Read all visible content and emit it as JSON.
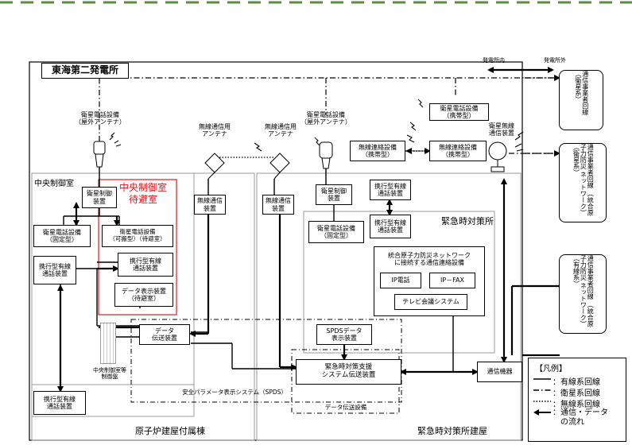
{
  "title": "東海第二発電所",
  "boundary": {
    "inside": "発電所内",
    "outside": "発電所外"
  },
  "areas": {
    "central": "中央制御室",
    "central_evac": "中央制御室\n待避室",
    "reactor_annex": "原子炉建屋付属棟",
    "emergency_room": "緊急時対策所",
    "emergency_bldg": "緊急時対策所建屋",
    "spds": "安全パラメータ表示システム（SPDS）",
    "data_transmission": "データ伝送設備"
  },
  "nodes": {
    "sat_ant_left": "衛星電話設備\n（屋外アンテナ）",
    "radio_ant_1": "無線通信用\nアンテナ",
    "radio_ant_2": "無線通信用\nアンテナ",
    "sat_ant_right": "衛星電話設備\n（屋外アンテナ）",
    "sat_portable": "衛星電話設備\n（携帯型）",
    "sat_radio_dev": "衛星無線\n通信装置",
    "radio_portable_1": "無線連絡設備\n（携帯型）",
    "radio_portable_2": "無線連絡設備\n（携帯型）",
    "sat_ctrl_left": "衛星制御\n装置",
    "sat_fixed_left": "衛星電話設備\n（固定型）",
    "sat_evac": "衛星電話設備\n（可搬型）（待避室）",
    "wired_central": "携行型有線\n通話装置",
    "wired_evac": "携行型有線\n通話装置",
    "data_display": "データ表示装置\n（待避室）",
    "radio_dev_1": "無線通信\n装置",
    "radio_dev_2": "無線通信\n装置",
    "sat_ctrl_right": "衛星制御\n装置",
    "wired_em_1": "携行型有線\n通話装置",
    "wired_em_2": "携行型有線\n通話装置",
    "sat_fixed_right": "衛星電話設備\n（固定型）",
    "integrated_net": "統合原子力防災ネットワーク\nに接続する通信連絡設備",
    "ip_phone": "IP電話",
    "ip_fax": "IP－FAX",
    "tv_conf": "テレビ会議システム",
    "data_transfer": "データ\n伝送装置",
    "panel": "中央制御室等\n制御盤",
    "spds_display": "SPDSデータ\n表示装置",
    "em_support": "緊急時対策支援\nシステム伝送装置",
    "comm_equipment": "通信機器",
    "wired_reactor": "携行型有線\n通話装置"
  },
  "external": {
    "carrier_sat": "通信事業者回線\n（衛星系）",
    "carrier_integrated_sat": "通信事業者回線\n（統合原子力防災\nネットワーク）\n（衛星系）",
    "carrier_integrated_wired": "通信事業者回線\n（統合原子力防災\nネットワーク）\n（有線系）"
  },
  "legend": {
    "title": "【凡例】",
    "wired": "：有線系回線",
    "satellite": "：衛星系回線",
    "wireless": "：無線系回線",
    "flow": "：通信・データ\n　の流れ"
  },
  "colors": {
    "accent_red": "#e8141c",
    "band_green": "#5a8f3c"
  }
}
